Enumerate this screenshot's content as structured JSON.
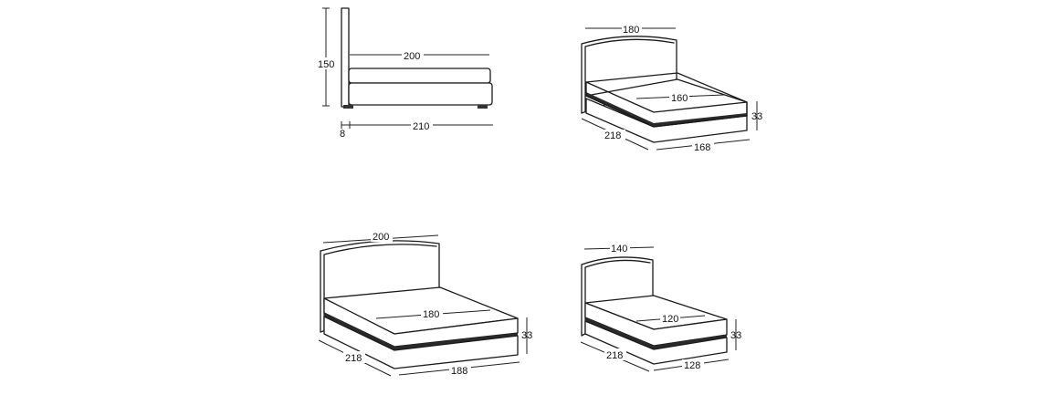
{
  "side_view": {
    "height": "150",
    "mattress_length": "200",
    "total_length": "210",
    "frame_thickness": "8"
  },
  "bed_160": {
    "headboard_width": "180",
    "mattress_width": "160",
    "height": "33",
    "length": "218",
    "base_width": "168"
  },
  "bed_180": {
    "headboard_width": "200",
    "mattress_width": "180",
    "height": "33",
    "length": "218",
    "base_width": "188"
  },
  "bed_120": {
    "headboard_width": "140",
    "mattress_width": "120",
    "height": "33",
    "length": "218",
    "base_width": "128"
  },
  "colors": {
    "line": "#1a1a1a",
    "background": "#ffffff"
  }
}
